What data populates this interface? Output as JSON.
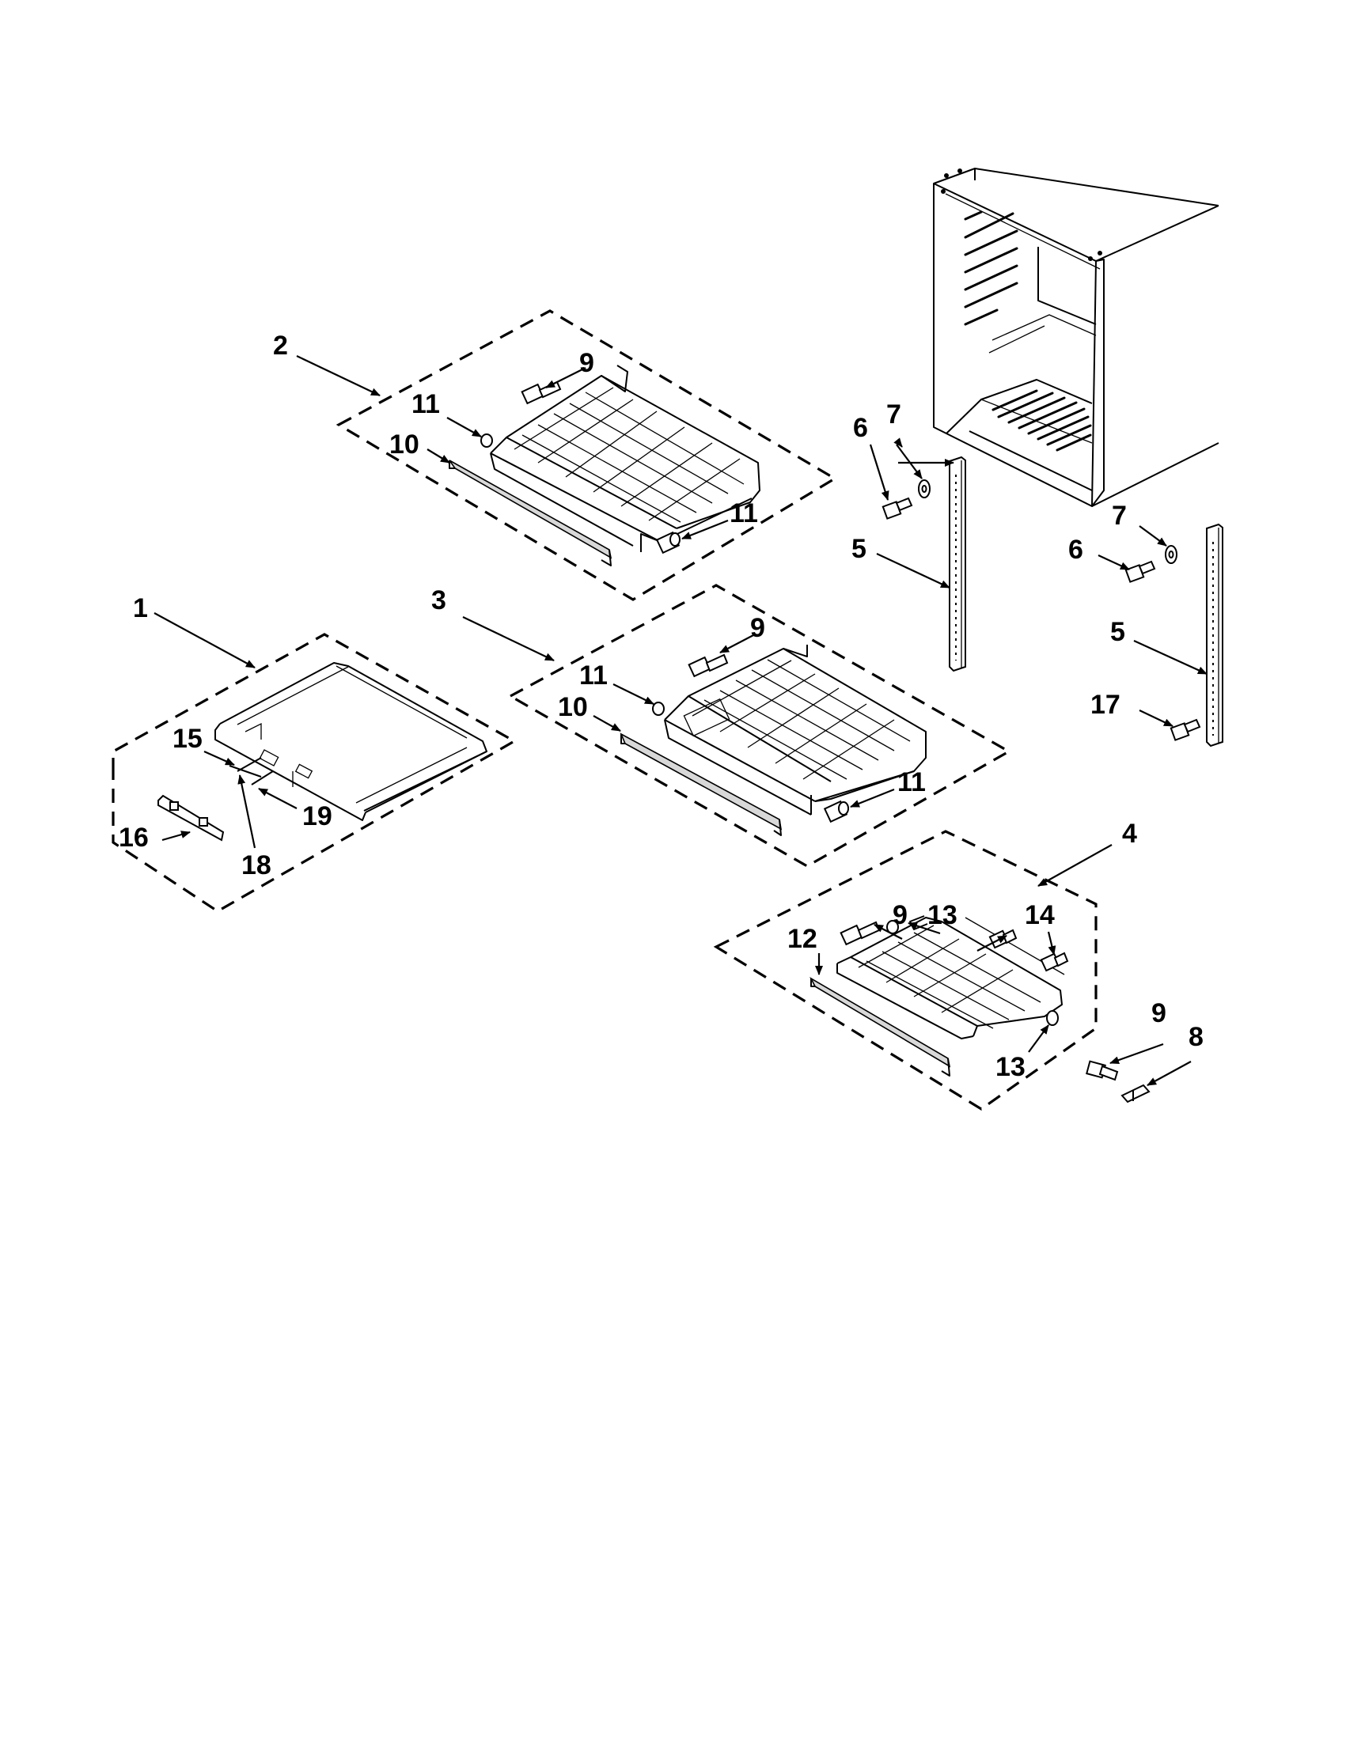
{
  "callouts": {
    "c1": "1",
    "c2": "2",
    "c3": "3",
    "c4": "4",
    "c5a": "5",
    "c5b": "5",
    "c6a": "6",
    "c6b": "6",
    "c7a": "7",
    "c7b": "7",
    "c8": "8",
    "c9a": "9",
    "c9b": "9",
    "c9c": "9",
    "c9d": "9",
    "c10a": "10",
    "c10b": "10",
    "c11a": "11",
    "c11b": "11",
    "c11c": "11",
    "c11d": "11",
    "c12": "12",
    "c13a": "13",
    "c13b": "13",
    "c14": "14",
    "c15": "15",
    "c16": "16",
    "c17": "17",
    "c18": "18",
    "c19": "19"
  }
}
